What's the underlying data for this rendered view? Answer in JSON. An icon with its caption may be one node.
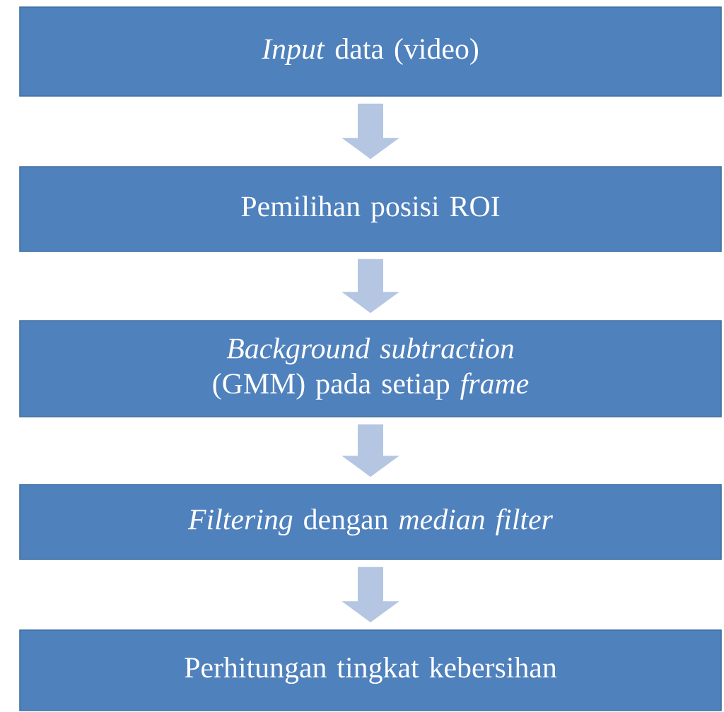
{
  "diagram": {
    "nodes": [
      {
        "text": [
          "*Input* data (video)"
        ]
      },
      {
        "text": [
          "Pemilihan posisi ROI"
        ]
      },
      {
        "text": [
          "*Background subtraction* (GMM) pada setiap *frame*"
        ]
      },
      {
        "text": [
          "*Filtering* dengan *median filter*"
        ]
      },
      {
        "text": [
          "Perhitungan tingkat kebersihan"
        ]
      }
    ],
    "edges": [
      {
        "from": 0,
        "to": 1,
        "arrow": "to"
      },
      {
        "from": 1,
        "to": 2,
        "arrow": "to"
      },
      {
        "from": 2,
        "to": 3,
        "arrow": "to"
      },
      {
        "from": 3,
        "to": 4,
        "arrow": "to"
      }
    ]
  }
}
